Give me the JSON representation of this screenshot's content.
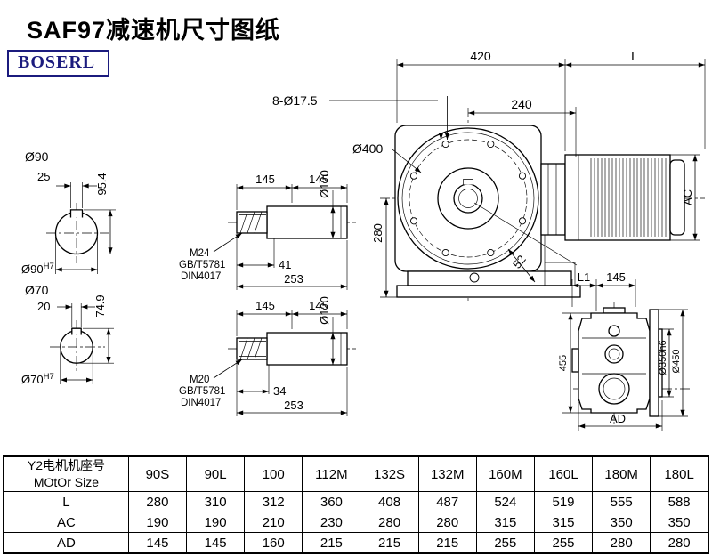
{
  "page": {
    "title": "SAF97减速机尺寸图纸",
    "brand": "BOSERL"
  },
  "front_view": {
    "dim_420": "420",
    "dim_l": "L",
    "bolt_note": "8-Ø17.5",
    "dim_240": "240",
    "dim_d400": "Ø400",
    "dim_280": "280",
    "dim_52": "52",
    "dim_ac": "AC"
  },
  "shaft_section_90": {
    "label": "Ø90",
    "key_width": "25",
    "height": "95.4",
    "bore": "Ø90",
    "bore_tol": "H7"
  },
  "shaft_section_70": {
    "label": "Ø70",
    "key_width": "20",
    "height": "74.9",
    "bore": "Ø70",
    "bore_tol": "H7"
  },
  "shaft_detail_top": {
    "dim_145a": "145",
    "dim_145b": "145",
    "dim_d120": "Ø120",
    "thread": "M24",
    "std_gb": "GB/T5781",
    "std_din": "DIN4017",
    "dim_41": "41",
    "dim_253": "253"
  },
  "shaft_detail_bottom": {
    "dim_145a": "145",
    "dim_145b": "145",
    "dim_d120": "Ø120",
    "thread": "M20",
    "std_gb": "GB/T5781",
    "std_din": "DIN4017",
    "dim_34": "34",
    "dim_253": "253"
  },
  "side_view": {
    "dim_l1": "L1",
    "dim_145": "145",
    "dim_455": "455",
    "dim_d350": "Ø350h6",
    "dim_d450": "Ø450",
    "dim_ad": "AD"
  },
  "table": {
    "header_line1": "Y2电机机座号",
    "header_line2": "MOtOr Size",
    "columns": [
      "90S",
      "90L",
      "100",
      "112M",
      "132S",
      "132M",
      "160M",
      "160L",
      "180M",
      "180L"
    ],
    "rows": [
      {
        "label": "L",
        "values": [
          "280",
          "310",
          "312",
          "360",
          "408",
          "487",
          "524",
          "519",
          "555",
          "588"
        ]
      },
      {
        "label": "AC",
        "values": [
          "190",
          "190",
          "210",
          "230",
          "280",
          "280",
          "315",
          "315",
          "350",
          "350"
        ]
      },
      {
        "label": "AD",
        "values": [
          "145",
          "145",
          "160",
          "215",
          "215",
          "215",
          "255",
          "255",
          "280",
          "280"
        ]
      }
    ]
  }
}
